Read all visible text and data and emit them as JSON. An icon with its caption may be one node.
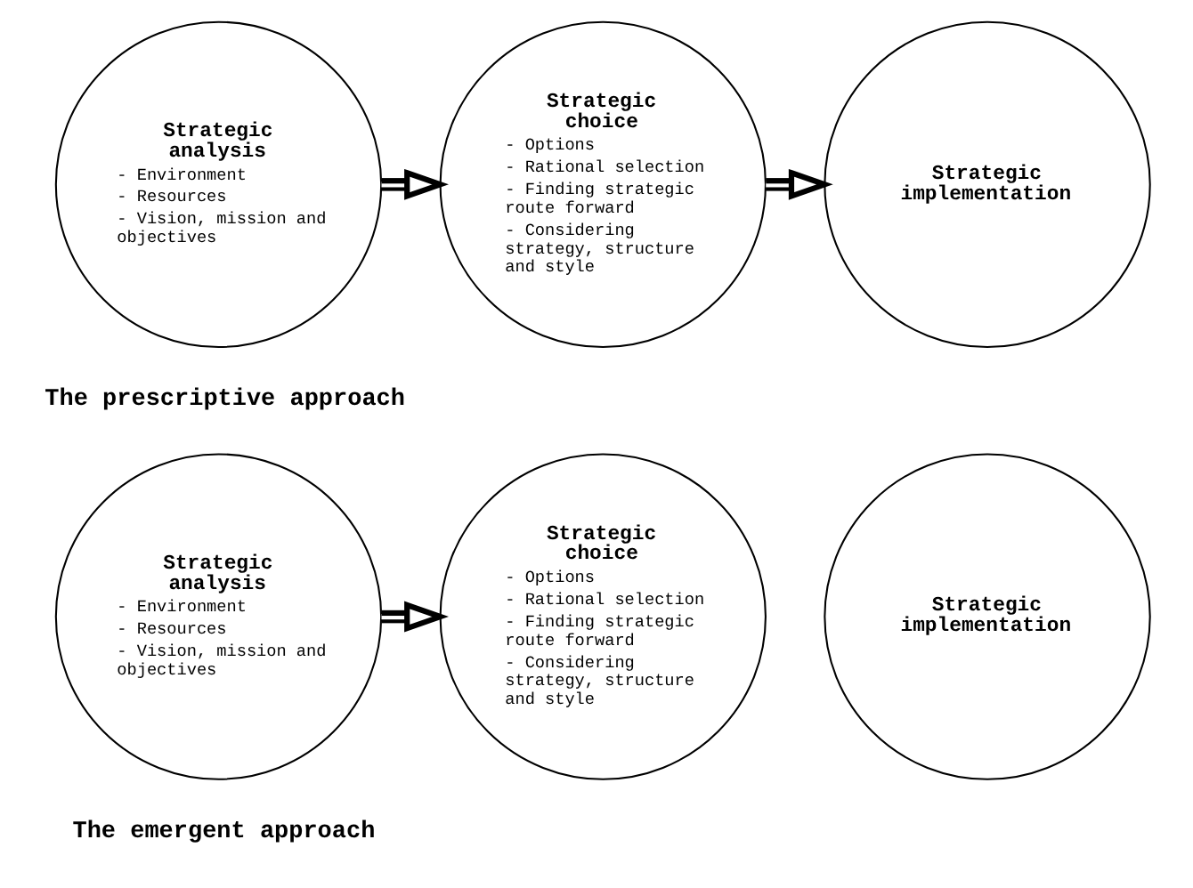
{
  "diagram": {
    "nodes": [
      {
        "text": [
          "Strategic analysis",
          "- Environment",
          "- Resources",
          "- Vision, mission and objectives"
        ]
      },
      {
        "text": [
          "Strategic choice",
          "- Options",
          "- Rational selection",
          "- Finding strategic route forward",
          "- Considering strategy, structure and style"
        ]
      },
      {
        "text": [
          "Strategic implementation"
        ]
      },
      {
        "text": [
          "Strategic analysis",
          "- Environment",
          "- Resources",
          "- Vision, mission and objectives"
        ]
      },
      {
        "text": [
          "Strategic choice",
          "- Options",
          "- Rational selection",
          "- Finding strategic route forward",
          "- Considering strategy, structure and style"
        ]
      },
      {
        "text": [
          "Strategic implementation"
        ]
      }
    ],
    "edges": [
      {
        "from": 0,
        "to": 1,
        "arrow": "to"
      },
      {
        "from": 1,
        "to": 2,
        "arrow": "to"
      },
      {
        "from": 3,
        "to": 4,
        "arrow": "to"
      }
    ],
    "labels": [
      "The prescriptive approach",
      "The emergent approach"
    ]
  }
}
